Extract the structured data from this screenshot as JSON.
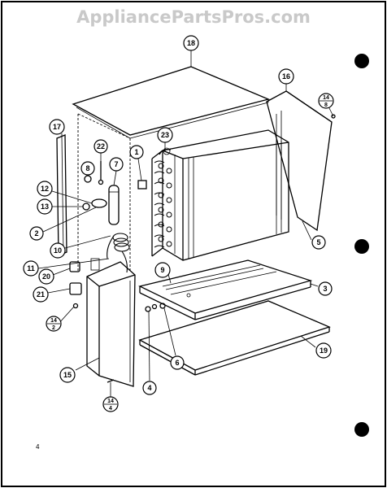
{
  "watermark": "AppliancePartsPros.com",
  "page_number": "4",
  "callouts": {
    "c18": "18",
    "c16": "16",
    "c17": "17",
    "c23": "23",
    "c22": "22",
    "c1": "1",
    "c8": "8",
    "c7": "7",
    "c12": "12",
    "c13": "13",
    "c2": "2",
    "c10": "10",
    "c11": "11",
    "c20": "20",
    "c21": "21",
    "c9": "9",
    "c5": "5",
    "c3": "3",
    "c4": "4",
    "c6": "6",
    "c15": "15",
    "c19": "19"
  },
  "fractions": {
    "f14_8": {
      "top": "14",
      "bottom": "8"
    },
    "f14_2": {
      "top": "14",
      "bottom": "2"
    },
    "f14_4": {
      "top": "14",
      "bottom": "4"
    }
  }
}
